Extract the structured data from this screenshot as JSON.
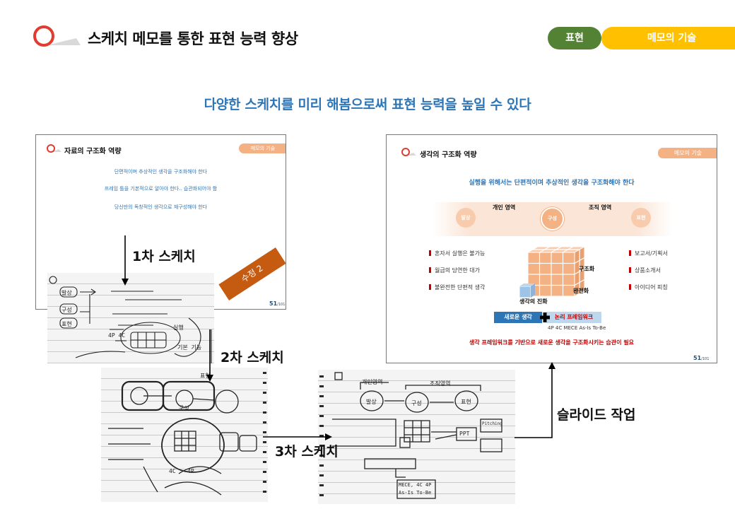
{
  "header": {
    "title": "스케치 메모를 통한 표현 능력 향상",
    "tags": {
      "primary": "표현",
      "secondary": "메모의 기술"
    }
  },
  "headline": "다양한 스케치를 미리 해봄으로써 표현 능력을 높일 수 있다",
  "slide_left": {
    "title": "자료의 구조화 역량",
    "tag": "메모의 기술",
    "lines": [
      "단편적이며 추상적인 생각을 구조화해야 한다",
      "프레임 틀을 기본적으로 알아야 한다.. 습관화되어야 함",
      "당신만의 독창적인 생각으로 재구성해야 한다"
    ],
    "page": "51",
    "page_total": "/101",
    "ribbon": "수정 2"
  },
  "slide_right": {
    "title": "생각의 구조화 역량",
    "tag": "메모의 기술",
    "statement": "실행을 위해서는 단편적이며 추상적인 생각을 구조화해야 한다",
    "band": {
      "left_title": "개인 영역",
      "right_title": "조직 영역",
      "circles": [
        "발상",
        "구성",
        "표현"
      ]
    },
    "left_list": [
      "혼자서 실행은 불가능",
      "월급의 당연한 대가",
      "불완전한 단편적 생각"
    ],
    "right_list": [
      "보고서/기획서",
      "상품소개서",
      "아이디어 피칭"
    ],
    "cube_labels": {
      "structure": "구조화",
      "complete": "완전화",
      "evolution": "생각의 진화"
    },
    "new_thought": "새로운 생각",
    "framework": "논리 프레임워크",
    "framework_list": "4P  4C  MECE  As-Is  To-Be",
    "conclusion": "생각 프레임워크를 기반으로 새로운 생각을 구조화시키는 습관이 필요",
    "page": "51",
    "page_total": "/101"
  },
  "steps": {
    "first": "1차 스케치",
    "second": "2차 스케치",
    "third": "3차 스케치",
    "slide": "슬라이드 작업"
  },
  "sketch1": {
    "words": [
      "발상",
      "구성",
      "표현",
      "4P 4C",
      "실행",
      "기본 기능"
    ]
  },
  "sketch2": {
    "words": [
      "표현",
      "구성",
      "4C",
      "4P"
    ]
  },
  "sketch3": {
    "words": [
      "개인영역",
      "조직영역",
      "발상",
      "구성",
      "표현",
      "PPT",
      "Pitching",
      "MECE, 4C 4P",
      "As-Is To-Be"
    ]
  },
  "colors": {
    "accent_blue": "#2e75b6",
    "tag_green": "#548235",
    "tag_yellow": "#ffc000",
    "ribbon_orange": "#c55a11",
    "header_red": "#e03c31"
  }
}
